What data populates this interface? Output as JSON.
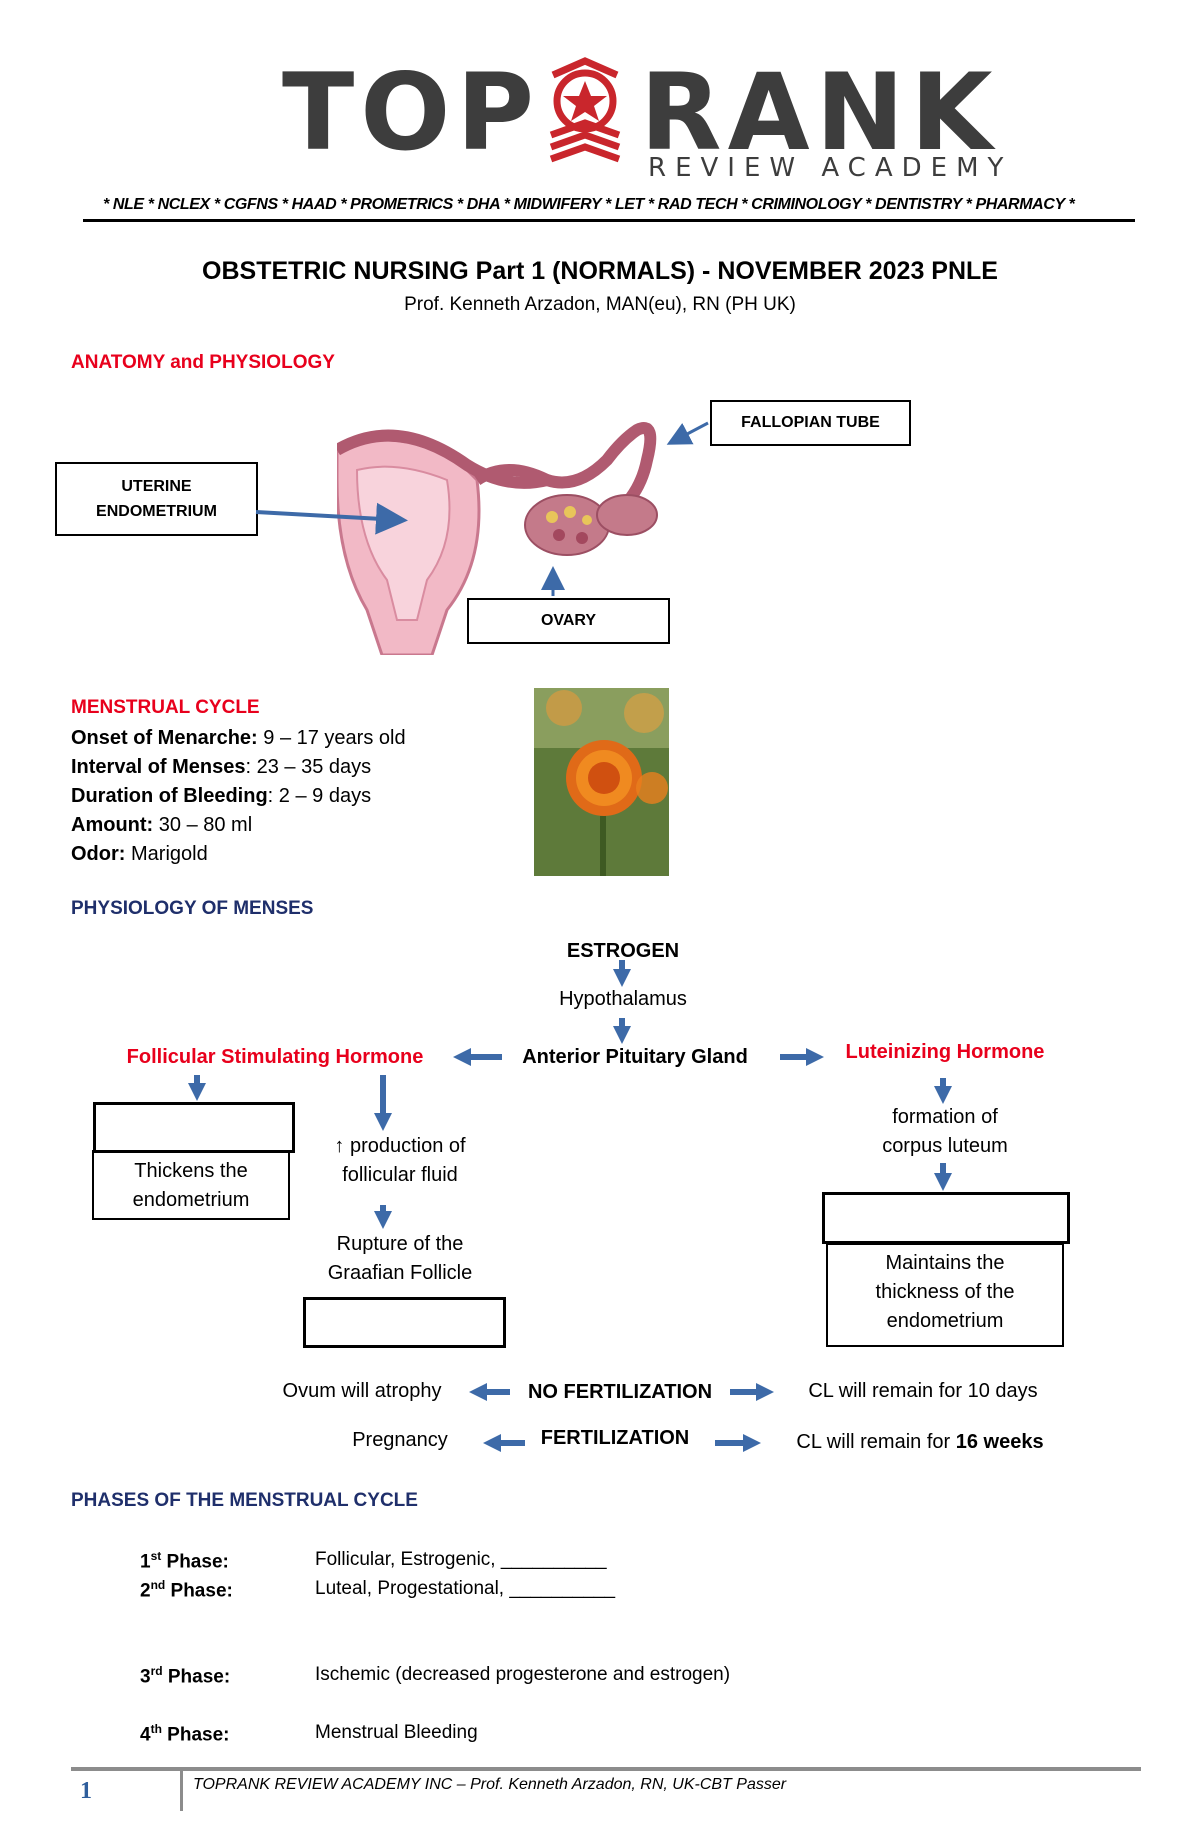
{
  "logo": {
    "word_left": "TOP",
    "word_right": "RANK",
    "subtitle": "REVIEW ACADEMY"
  },
  "exams_line": "* NLE * NCLEX * CGFNS * HAAD * PROMETRICS * DHA * MIDWIFERY * LET * RAD TECH * CRIMINOLOGY * DENTISTRY * PHARMACY *",
  "title": "OBSTETRIC NURSING Part 1 (NORMALS) - NOVEMBER 2023 PNLE",
  "author": "Prof. Kenneth Arzadon, MAN(eu), RN (PH UK)",
  "anatomy": {
    "heading": "ANATOMY and PHYSIOLOGY",
    "labels": {
      "fallopian": "FALLOPIAN TUBE",
      "endometrium_1": "UTERINE",
      "endometrium_2": "ENDOMETRIUM",
      "ovary": "OVARY"
    }
  },
  "menstrual": {
    "heading": "MENSTRUAL CYCLE",
    "rows": [
      {
        "k": "Onset of Menarche:",
        "v": " 9 – 17 years old"
      },
      {
        "k": "Interval of Menses",
        "v": ": 23 – 35 days"
      },
      {
        "k": "Duration of Bleeding",
        "v": ": 2 – 9 days"
      },
      {
        "k": "Amount:",
        "v": " 30 – 80 ml"
      },
      {
        "k": "Odor:",
        "v": " Marigold"
      }
    ]
  },
  "physiology": {
    "heading": "PHYSIOLOGY OF MENSES",
    "estrogen": "ESTROGEN",
    "hypothalamus": "Hypothalamus",
    "pituitary": "Anterior Pituitary Gland",
    "fsh": "Follicular Stimulating Hormone",
    "lh": "Luteinizing Hormone",
    "thickens_1": "Thickens the",
    "thickens_2": "endometrium",
    "production_1": "↑ production of",
    "production_2": "follicular fluid",
    "rupture_1": "Rupture of the",
    "rupture_2": "Graafian Follicle",
    "formation_1": "formation of",
    "formation_2": "corpus luteum",
    "maintains_1": "Maintains the",
    "maintains_2": "thickness of the",
    "maintains_3": "endometrium",
    "ovum": "Ovum will atrophy",
    "no_fert": "NO FERTILIZATION",
    "cl10": "CL will remain for 10 days",
    "pregnancy": "Pregnancy",
    "fert": "FERTILIZATION",
    "cl16_a": "CL will remain for ",
    "cl16_b": "16 weeks"
  },
  "phases": {
    "heading": "PHASES OF THE MENSTRUAL CYCLE",
    "items": [
      {
        "num": "1",
        "sup": "st",
        "label": " Phase:",
        "desc": "Follicular, Estrogenic, __________"
      },
      {
        "num": "2",
        "sup": "nd",
        "label": " Phase:",
        "desc": "Luteal, Progestational, __________"
      },
      {
        "num": "3",
        "sup": "rd",
        "label": " Phase:",
        "desc": "Ischemic (decreased progesterone and estrogen)"
      },
      {
        "num": "4",
        "sup": "th",
        "label": " Phase:",
        "desc": "Menstrual Bleeding"
      }
    ]
  },
  "footer": {
    "page": "1",
    "text": "TOPRANK REVIEW ACADEMY INC – Prof. Kenneth Arzadon, RN, UK-CBT Passer"
  },
  "colors": {
    "red": "#e8001c",
    "navy": "#1f2f6b",
    "arrow": "#3d6aa8",
    "logo_gray": "#3d3d3d"
  }
}
